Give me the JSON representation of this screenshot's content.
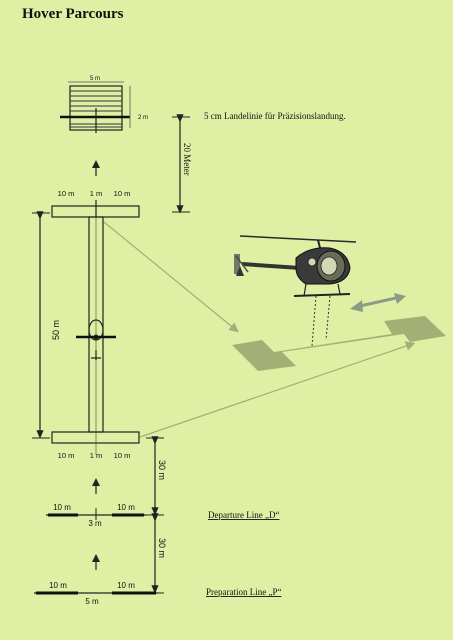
{
  "title": "Hover Parcours",
  "labels": {
    "box_width": "5 m",
    "box_height": "2 m",
    "landing_line_note": "5 cm Landelinie für Präzisionslandung.",
    "distance_20": "20 Meter",
    "top_left_10": "10 m",
    "top_mid_1": "1 m",
    "top_right_10": "10 m",
    "length_50": "50 m",
    "bottom_left_10": "10 m",
    "bottom_mid_1": "1 m",
    "bottom_right_10": "10 m",
    "distance_30_a": "30 m",
    "departure_left_10": "10 m",
    "departure_right_10": "10 m",
    "departure_gap": "3 m",
    "departure_line": "Departure Line „D“",
    "distance_30_b": "30 m",
    "prep_left_10": "10 m",
    "prep_right_10": "10 m",
    "prep_gap": "5 m",
    "preparation_line": "Preparation  Line „P“"
  },
  "colors": {
    "background": "#dff0a4",
    "line": "#222222",
    "shadow": "#9aa36e",
    "guide": "#9fb07a",
    "arrow_grey": "#8d9a86"
  }
}
